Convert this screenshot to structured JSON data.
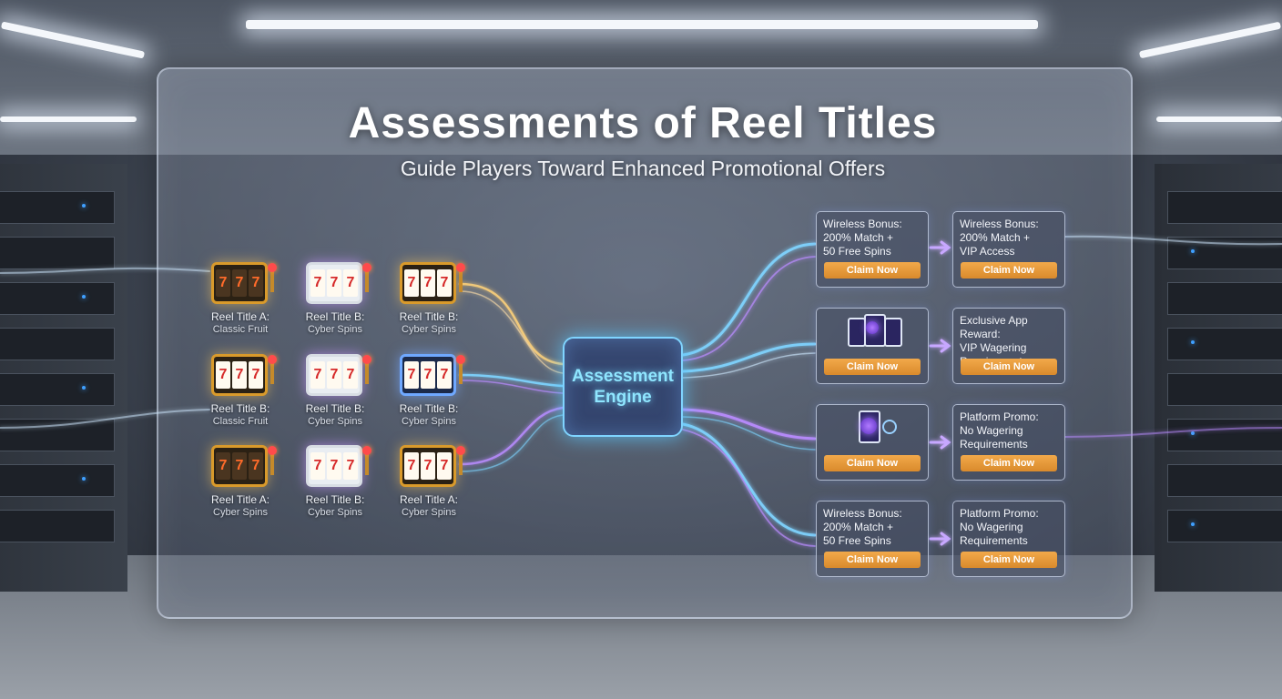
{
  "title": "Assessments of Reel Titles",
  "subtitle": "Guide Players Toward Enhanced Promotional Offers",
  "engine": {
    "line1": "Assessment",
    "line2": "Engine"
  },
  "slots": [
    {
      "label1": "Reel Title A:",
      "label2": "Classic Fruit",
      "symbol": "7",
      "style": "dark"
    },
    {
      "label1": "Reel Title B:",
      "label2": "Cyber Spins",
      "symbol": "7",
      "style": "silver"
    },
    {
      "label1": "Reel Title B:",
      "label2": "Cyber Spins",
      "symbol": "7",
      "style": "gold"
    },
    {
      "label1": "Reel Title B:",
      "label2": "Classic Fruit",
      "symbol": "7",
      "style": "gold"
    },
    {
      "label1": "Reel Title B:",
      "label2": "Cyber Spins",
      "symbol": "7",
      "style": "silver"
    },
    {
      "label1": "Reel Title B:",
      "label2": "Cyber Spins",
      "symbol": "7",
      "style": "blue"
    },
    {
      "label1": "Reel Title A:",
      "label2": "Cyber Spins",
      "symbol": "7",
      "style": "dark"
    },
    {
      "label1": "Reel Title B:",
      "label2": "Cyber Spins",
      "symbol": "7",
      "style": "silver"
    },
    {
      "label1": "Reel Title A:",
      "label2": "Cyber Spins",
      "symbol": "7",
      "style": "gold"
    }
  ],
  "offers": [
    {
      "text": [
        "Wireless Bonus:",
        "200% Match +",
        "50 Free Spins"
      ],
      "button": "Claim Now"
    },
    {
      "text": [
        "Wireless Bonus:",
        "200% Match +",
        "VIP Access"
      ],
      "button": "Claim Now"
    },
    {
      "text": [],
      "button": "Claim Now",
      "graphic": "phone-icon"
    },
    {
      "text": [
        "Exclusive App Reward:",
        "VIP Wagering",
        "Requirements"
      ],
      "button": "Claim Now"
    },
    {
      "text": [],
      "button": "Claim Now",
      "graphic": "phone-orb-icon"
    },
    {
      "text": [
        "Platform Promo:",
        "No Wagering",
        "Requirements"
      ],
      "button": "Claim Now"
    },
    {
      "text": [
        "Wireless Bonus:",
        "200% Match +",
        "50 Free Spins"
      ],
      "button": "Claim Now"
    },
    {
      "text": [
        "Platform Promo:",
        "No Wagering",
        "Requirements"
      ],
      "button": "Claim Now"
    }
  ],
  "colors": {
    "flow_blue": "#7fd4ff",
    "flow_purple": "#b98cff",
    "flow_gold": "#ffd27a",
    "button": "#e19a38"
  }
}
